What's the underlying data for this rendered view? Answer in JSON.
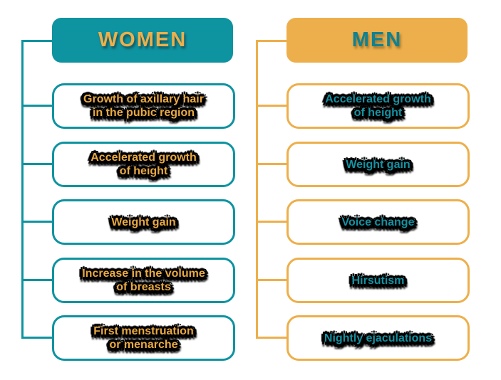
{
  "colors": {
    "teal": "#0E93A0",
    "yellow": "#EDAF4B",
    "women_item_text": "#E9A943",
    "men_item_text": "#1591A1",
    "item_text_outline": "#000000",
    "box_fill": "#FFFFFF"
  },
  "columns": {
    "women": {
      "header": "WOMEN",
      "items": [
        {
          "text": "Growth of axillary hair\nin the pubic region"
        },
        {
          "text": "Accelerated growth\nof height"
        },
        {
          "text": "Weight gain"
        },
        {
          "text": "Increase in the volume\nof breasts"
        },
        {
          "text": "First menstruation\nor menarche"
        }
      ]
    },
    "men": {
      "header": "MEN",
      "items": [
        {
          "text": "Accelerated growth\nof height"
        },
        {
          "text": "Weight gain"
        },
        {
          "text": "Voice change"
        },
        {
          "text": "Hirsutism"
        },
        {
          "text": "Nightly ejaculations"
        }
      ]
    }
  }
}
